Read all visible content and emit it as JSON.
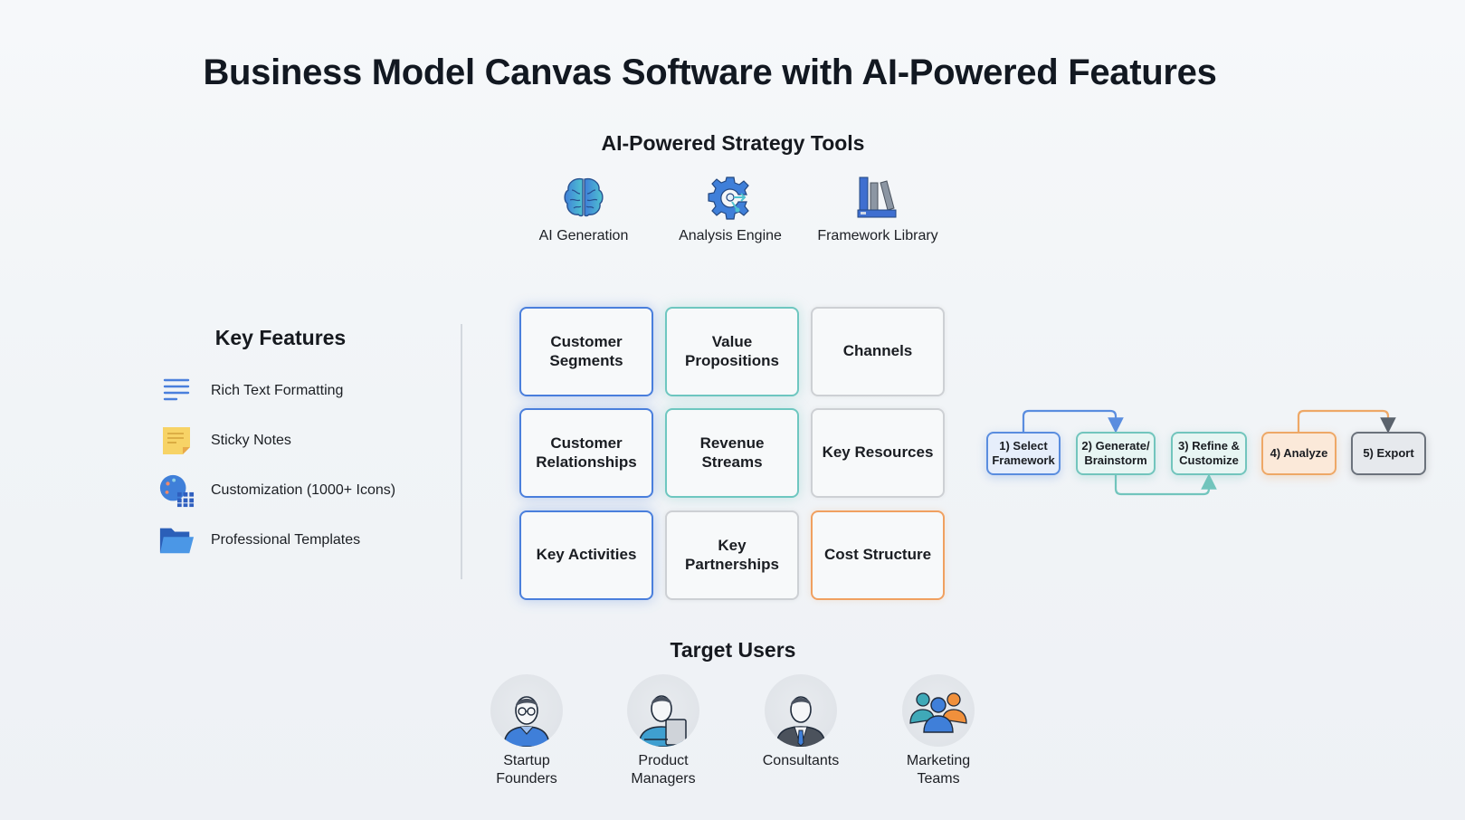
{
  "title": "Business Model Canvas Software with AI-Powered Features",
  "strategy_tools": {
    "title": "AI-Powered Strategy Tools",
    "items": [
      {
        "label": "AI Generation",
        "icon": "brain-icon"
      },
      {
        "label": "Analysis Engine",
        "icon": "gear-analysis-icon"
      },
      {
        "label": "Framework Library",
        "icon": "books-icon"
      }
    ]
  },
  "key_features": {
    "title": "Key Features",
    "items": [
      {
        "label": "Rich Text Formatting",
        "icon": "text-lines-icon"
      },
      {
        "label": "Sticky Notes",
        "icon": "sticky-note-icon"
      },
      {
        "label": "Customization (1000+ Icons)",
        "icon": "palette-grid-icon"
      },
      {
        "label": "Professional Templates",
        "icon": "folder-icon"
      }
    ]
  },
  "canvas": {
    "cells": [
      {
        "label": "Customer Segments",
        "accent": "blue"
      },
      {
        "label": "Value Propositions",
        "accent": "teal"
      },
      {
        "label": "Channels",
        "accent": "gray"
      },
      {
        "label": "Customer Relationships",
        "accent": "blue"
      },
      {
        "label": "Revenue Streams",
        "accent": "teal"
      },
      {
        "label": "Key Resources",
        "accent": "gray"
      },
      {
        "label": "Key Activities",
        "accent": "blue"
      },
      {
        "label": "Key Partnerships",
        "accent": "gray"
      },
      {
        "label": "Cost Structure",
        "accent": "orange"
      }
    ]
  },
  "workflow": {
    "steps": [
      {
        "label": "1) Select Framework"
      },
      {
        "label": "2) Generate/ Brainstorm"
      },
      {
        "label": "3) Refine & Customize"
      },
      {
        "label": "4) Analyze"
      },
      {
        "label": "5) Export"
      }
    ],
    "colors": {
      "blue": "#5a8ddf",
      "teal": "#72c5bd",
      "orange": "#eea867",
      "gray": "#5b636d"
    }
  },
  "target_users": {
    "title": "Target Users",
    "items": [
      {
        "label": "Startup Founders",
        "icon": "founder-avatar-icon"
      },
      {
        "label": "Product Managers",
        "icon": "product-manager-avatar-icon"
      },
      {
        "label": "Consultants",
        "icon": "consultant-avatar-icon"
      },
      {
        "label": "Marketing Teams",
        "icon": "team-group-icon"
      }
    ]
  }
}
